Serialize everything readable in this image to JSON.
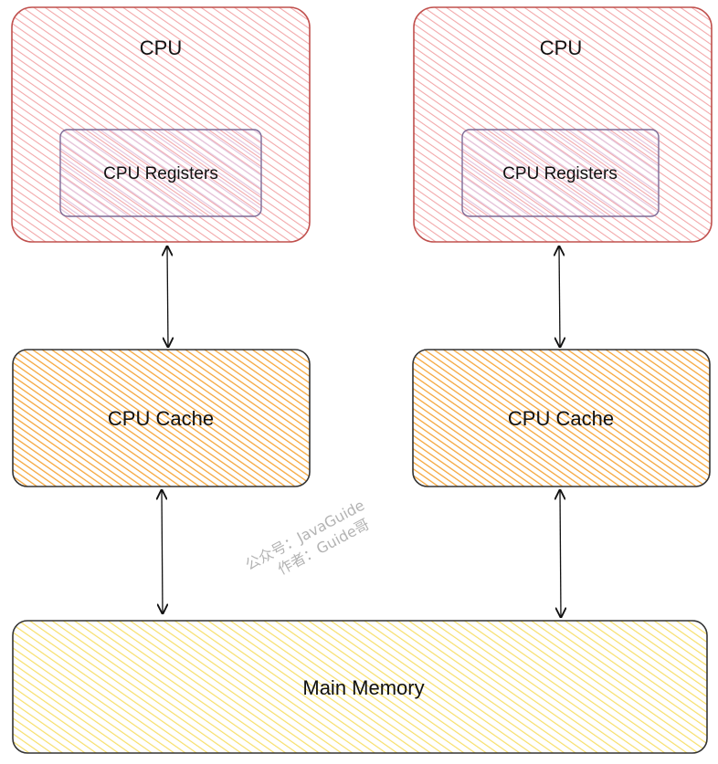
{
  "diagram": {
    "left_column": {
      "cpu": {
        "label": "CPU",
        "registers_label": "CPU Registers"
      },
      "cache": {
        "label": "CPU Cache"
      }
    },
    "right_column": {
      "cpu": {
        "label": "CPU",
        "registers_label": "CPU Registers"
      },
      "cache": {
        "label": "CPU Cache"
      }
    },
    "memory": {
      "label": "Main Memory"
    },
    "colors": {
      "cpu_fill": "#f2a8aa",
      "cpu_stroke": "#c0504d",
      "registers_fill": "#e8cfe6",
      "registers_stroke": "#7d6a96",
      "cache_fill": "#f5a63b",
      "cache_stroke": "#333333",
      "memory_fill": "#f7df6a",
      "memory_stroke": "#333333",
      "arrow": "#111111"
    }
  },
  "watermark": {
    "line1": "公众号：JavaGuide",
    "line2": "作者：Guide哥"
  }
}
